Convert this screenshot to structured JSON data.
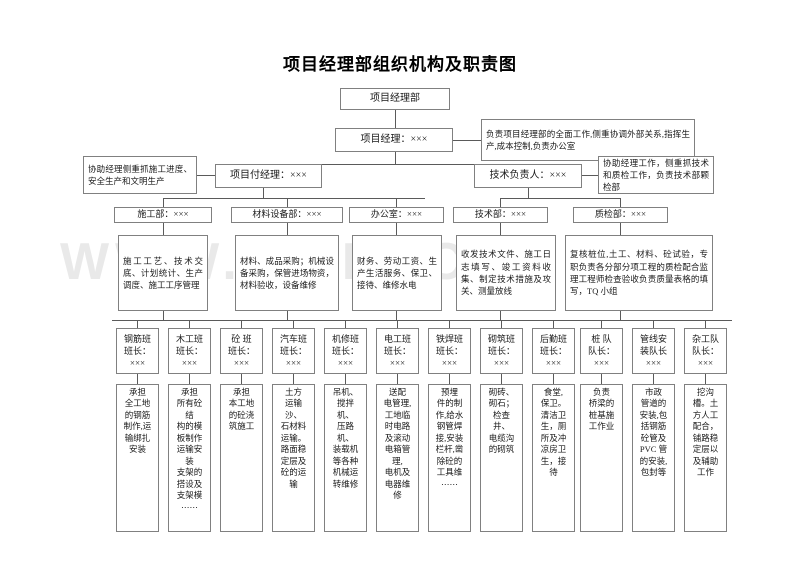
{
  "page": {
    "title": "项目经理部组织机构及职责图",
    "watermark": "WWW.ZIXIN.COM.CN"
  },
  "chart_data": {
    "type": "diagram",
    "title": "项目经理部组织机构及职责图",
    "nodes": {
      "root": "项目经理部",
      "manager": "项目经理：×××",
      "manager_note": "负责项目经理部的全面工作,侧重协调外部关系,指挥生产,成本控制,负责办公室",
      "deputy": "项目付经理：×××",
      "deputy_note": "协助经理侧重抓施工进度、安全生产和文明生产",
      "tech_head": "技术负责人：×××",
      "tech_head_note": "协助经理工作，侧重抓技术和质检工作，负责技术部颗检部"
    },
    "departments": [
      {
        "name": "施工部：×××",
        "duty": "施工工艺、技术交底、计划统计、生产调度、施工工序管理"
      },
      {
        "name": "材料设备部：×××",
        "duty": "材料、成品采购；机械设备采购，保管进场物资，材料验收，设备维修"
      },
      {
        "name": "办公室：×××",
        "duty": "财务、劳动工资、生产生活服务、保卫、接待、维修水电"
      },
      {
        "name": "技术部：×××",
        "duty": "收发技术文件、施工日志填写、竣工资料收集、制定技术措施及攻关、测量放线"
      },
      {
        "name": "质检部：×××",
        "duty": "复核桩位,土工、材料、砼试验，专职负责各分部分项工程的质检配合监理工程师检查验收负责质量表格的填写，TQ 小组"
      }
    ],
    "teams": [
      {
        "name": "钢筋班\n班长：\n×××",
        "duty": "承担\n全工地\n的钢筋\n制作,运\n输绑扎\n安装"
      },
      {
        "name": "木工班\n班长：\n×××",
        "duty": "承担\n所有砼结\n构的模\n板制作\n运输安装\n支架的\n搭设及\n支架模\n⋯⋯"
      },
      {
        "name": "砼 班\n班长：\n×××",
        "duty": "承担\n本工地\n的砼浇\n筑施工"
      },
      {
        "name": "汽车班\n班长：\n×××",
        "duty": "土方\n运输沙、\n石材料\n运输。\n路面稳\n定层及\n砼的运\n输"
      },
      {
        "name": "机修班\n班长：\n×××",
        "duty": "吊机、\n搅拌机、\n压路机、\n装载机\n等各种\n机械运\n转维修"
      },
      {
        "name": "电工班\n班长：\n×××",
        "duty": "送配\n电管理,\n工地临\n时电路\n及滚动\n电箱管理,\n电机及\n电器维修"
      },
      {
        "name": "铁焊班\n班长：\n×××",
        "duty": "预埋\n件的制\n作,给水\n钢管焊\n接,安装\n栏杆,凿\n除砼的\n工具维\n⋯⋯"
      },
      {
        "name": "砌筑班\n班长：\n×××",
        "duty": "砌砖、\n砌石；\n检查井、\n电缆沟\n的砌筑"
      },
      {
        "name": "后勤班\n班长：\n×××",
        "duty": "食堂,\n保卫。\n清洁卫\n生，厕\n所及冲\n凉房卫\n生，接\n待"
      },
      {
        "name": "桩 队\n队长：\n×××",
        "duty": "负责\n桥梁的\n桩基施\n工作业"
      },
      {
        "name": "管线安\n装队长\n×××",
        "duty": "市政\n管道的\n安装,包\n括钢筋\n砼管及\nPVC 管\n的安装,\n包封等"
      },
      {
        "name": "杂工队\n队长：\n×××",
        "duty": "挖沟\n槽。土\n方人工\n配合，\n铺路稳\n定层以\n及辅助\n工作"
      }
    ]
  }
}
